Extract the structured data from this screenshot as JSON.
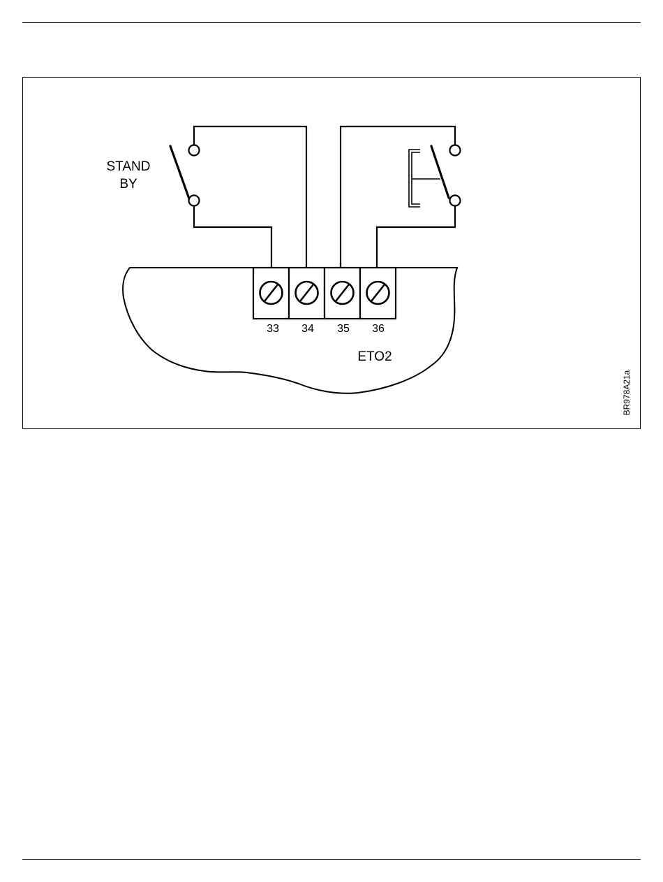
{
  "diagram": {
    "standby_label_line1": "STAND",
    "standby_label_line2": "BY",
    "board_label": "ETO2",
    "figure_code": "BR978A21a",
    "terminals": [
      "33",
      "34",
      "35",
      "36"
    ]
  },
  "colors": {
    "line": "#000000",
    "background": "#ffffff"
  }
}
